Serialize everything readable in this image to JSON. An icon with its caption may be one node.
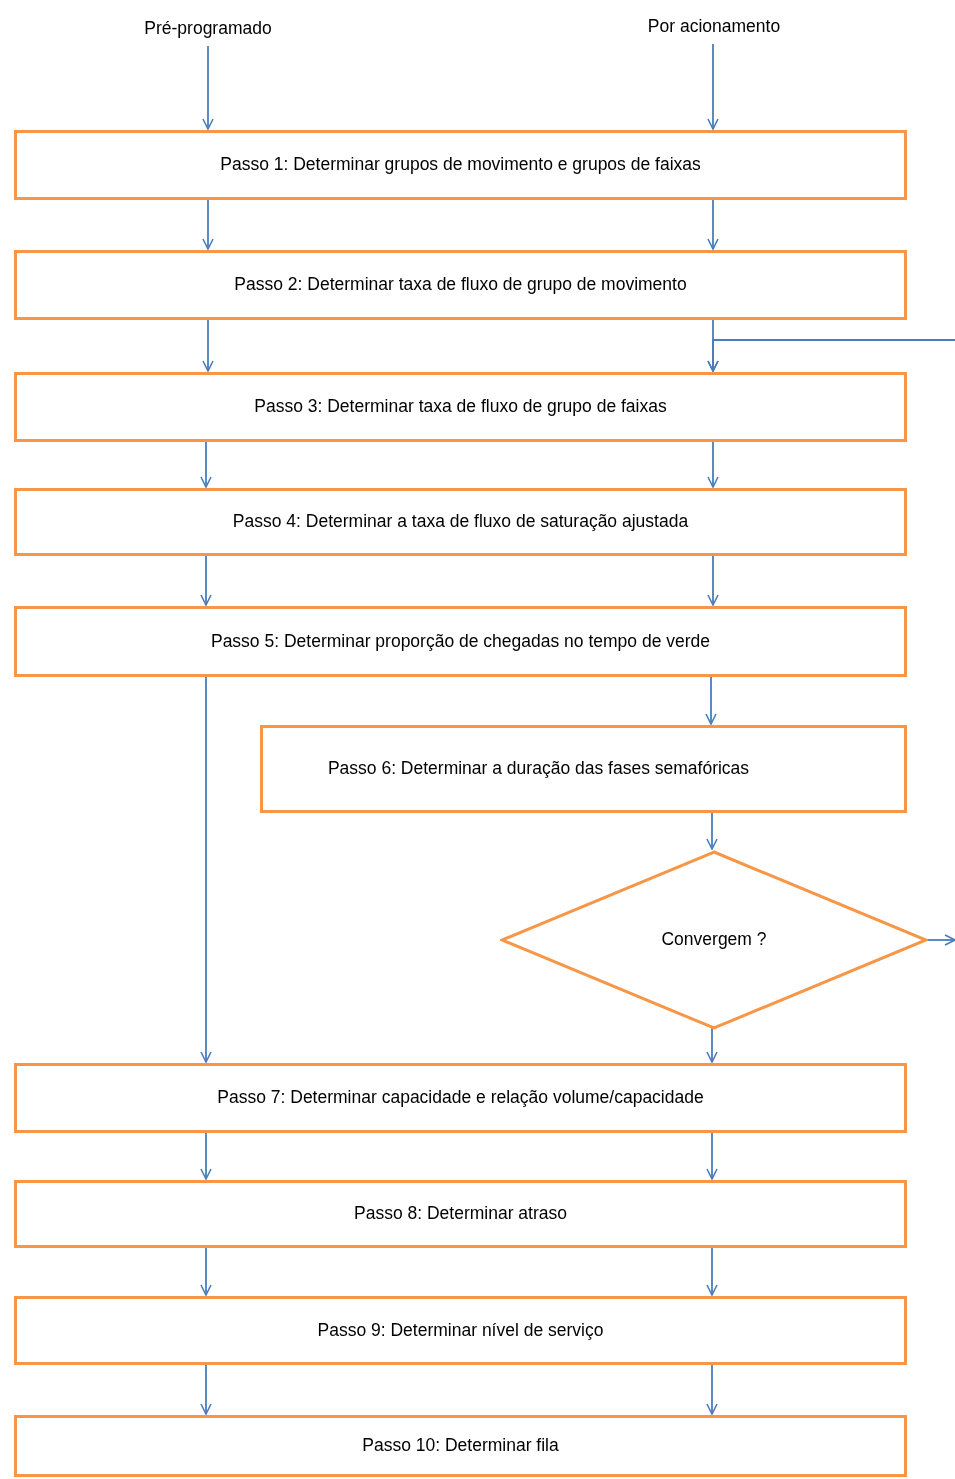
{
  "diagram": {
    "nodes": [
      {
        "text": [
          "Pré-programado"
        ]
      },
      {
        "text": [
          "Por acionamento"
        ]
      },
      {
        "text": [
          "Passo 1: Determinar grupos de movimento e grupos de faixas"
        ]
      },
      {
        "text": [
          "Passo 2: Determinar taxa de fluxo de grupo de movimento"
        ]
      },
      {
        "text": [
          "Passo 3: Determinar taxa de fluxo de grupo de faixas"
        ]
      },
      {
        "text": [
          "Passo 4: Determinar a taxa de fluxo de saturação ajustada"
        ]
      },
      {
        "text": [
          "Passo 5: Determinar proporção de chegadas no tempo de verde"
        ]
      },
      {
        "text": [
          "Passo 6: Determinar a duração das fases semafóricas"
        ]
      },
      {
        "text": [
          "Convergem ?"
        ]
      },
      {
        "text": [
          "Passo 7: Determinar capacidade e relação volume/capacidade"
        ]
      },
      {
        "text": [
          "Passo 8: Determinar atraso"
        ]
      },
      {
        "text": [
          "Passo 9: Determinar nível de serviço"
        ]
      },
      {
        "text": [
          "Passo 10: Determinar fila"
        ]
      }
    ],
    "edges": [
      {
        "from": 0,
        "to": 2,
        "arrow": "to"
      },
      {
        "from": 1,
        "to": 2,
        "arrow": "to"
      },
      {
        "from": 2,
        "to": 3,
        "arrow": "to"
      },
      {
        "from": 2,
        "to": 3,
        "arrow": "to"
      },
      {
        "from": 3,
        "to": 4,
        "arrow": "to"
      },
      {
        "from": 3,
        "to": 4,
        "arrow": "to"
      },
      {
        "from": 4,
        "to": 5,
        "arrow": "to"
      },
      {
        "from": 4,
        "to": 5,
        "arrow": "to"
      },
      {
        "from": 5,
        "to": 6,
        "arrow": "to"
      },
      {
        "from": 5,
        "to": 6,
        "arrow": "to"
      },
      {
        "from": 6,
        "to": 9,
        "arrow": "to"
      },
      {
        "from": 6,
        "to": 7,
        "arrow": "to"
      },
      {
        "from": 7,
        "to": 8,
        "arrow": "to"
      },
      {
        "from": 8,
        "to": 9,
        "arrow": "to"
      },
      {
        "from": 9,
        "to": 10,
        "arrow": "to"
      },
      {
        "from": 9,
        "to": 10,
        "arrow": "to"
      },
      {
        "from": 10,
        "to": 11,
        "arrow": "to"
      },
      {
        "from": 10,
        "to": 11,
        "arrow": "to"
      },
      {
        "from": 11,
        "to": 12,
        "arrow": "to"
      },
      {
        "from": 11,
        "to": 12,
        "arrow": "to"
      },
      {
        "from": null,
        "to": 4,
        "arrow": "to"
      },
      {
        "from": 8,
        "to": null,
        "arrow": "to"
      }
    ]
  }
}
